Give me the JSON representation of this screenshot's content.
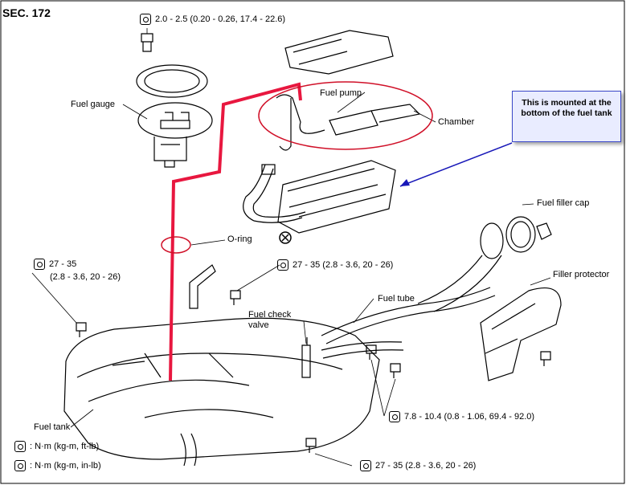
{
  "section": "SEC. 172",
  "labels": {
    "fuel_gauge": "Fuel gauge",
    "fuel_pump": "Fuel pump",
    "chamber": "Chamber",
    "o_ring": "O-ring",
    "fuel_filler_cap": "Fuel filler cap",
    "filler_protector": "Filler protector",
    "fuel_tube": "Fuel tube",
    "fuel_check_valve_line1": "Fuel check",
    "fuel_check_valve_line2": "valve",
    "fuel_tank": "Fuel tank"
  },
  "torques": {
    "top": "2.0 - 2.5 (0.20 - 0.26, 17.4 - 22.6)",
    "left_line1": "27 - 35",
    "left_line2": "(2.8 - 3.6, 20 - 26)",
    "center": "27 - 35 (2.8 - 3.6, 20 - 26)",
    "right": "7.8 - 10.4 (0.8 - 1.06, 69.4 - 92.0)",
    "bottom": "27 - 35 (2.8 - 3.6, 20 - 26)"
  },
  "legend": {
    "nm_ftlb": ": N·m (kg-m, ft-lb)",
    "nm_inlb": ": N·m (kg-m, in-lb)"
  },
  "note": "This is mounted at the bottom of the fuel tank",
  "colors": {
    "fuel_line_highlight": "#e8173f",
    "callout_circle": "#d01028",
    "arrow": "#1818b8",
    "note_bg": "#e9ecff"
  }
}
